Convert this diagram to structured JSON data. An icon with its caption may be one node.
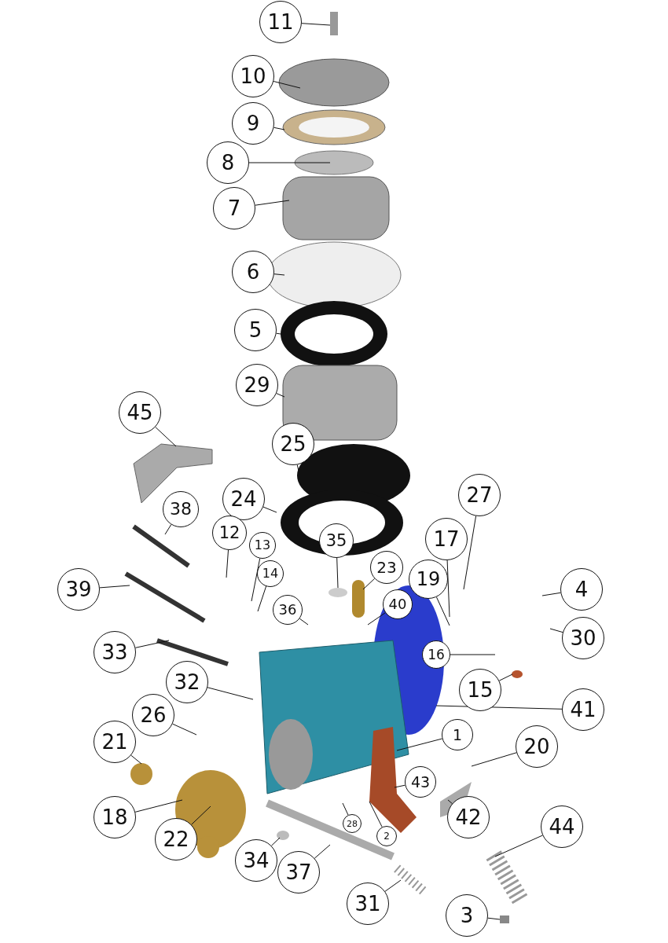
{
  "diagram": {
    "nodes": [
      {
        "text": [
          "11"
        ]
      },
      {
        "text": [
          "10"
        ]
      },
      {
        "text": [
          "9"
        ]
      },
      {
        "text": [
          "8"
        ]
      },
      {
        "text": [
          "7"
        ]
      },
      {
        "text": [
          "6"
        ]
      },
      {
        "text": [
          "5"
        ]
      },
      {
        "text": [
          "29"
        ]
      },
      {
        "text": [
          "45"
        ]
      },
      {
        "text": [
          "25"
        ]
      },
      {
        "text": [
          "24"
        ]
      },
      {
        "text": [
          "27"
        ]
      },
      {
        "text": [
          "38"
        ]
      },
      {
        "text": [
          "17"
        ]
      },
      {
        "text": [
          "12"
        ]
      },
      {
        "text": [
          "13"
        ]
      },
      {
        "text": [
          "35"
        ]
      },
      {
        "text": [
          "14"
        ]
      },
      {
        "text": [
          "19"
        ]
      },
      {
        "text": [
          "23"
        ]
      },
      {
        "text": [
          "39"
        ]
      },
      {
        "text": [
          "4"
        ]
      },
      {
        "text": [
          "36"
        ]
      },
      {
        "text": [
          "40"
        ]
      },
      {
        "text": [
          "30"
        ]
      },
      {
        "text": [
          "16"
        ]
      },
      {
        "text": [
          "33"
        ]
      },
      {
        "text": [
          "15"
        ]
      },
      {
        "text": [
          "32"
        ]
      },
      {
        "text": [
          "26"
        ]
      },
      {
        "text": [
          "41"
        ]
      },
      {
        "text": [
          "1"
        ]
      },
      {
        "text": [
          "21"
        ]
      },
      {
        "text": [
          "20"
        ]
      },
      {
        "text": [
          "43"
        ]
      },
      {
        "text": [
          "18"
        ]
      },
      {
        "text": [
          "42"
        ]
      },
      {
        "text": [
          "44"
        ]
      },
      {
        "text": [
          "28"
        ]
      },
      {
        "text": [
          "2"
        ]
      },
      {
        "text": [
          "22"
        ]
      },
      {
        "text": [
          "34"
        ]
      },
      {
        "text": [
          "37"
        ]
      },
      {
        "text": [
          "31"
        ]
      },
      {
        "text": [
          "3"
        ]
      }
    ],
    "edges": [
      {
        "from": 0,
        "to": null,
        "arrow": "none"
      },
      {
        "from": 1,
        "to": null,
        "arrow": "none"
      },
      {
        "from": 2,
        "to": null,
        "arrow": "none"
      },
      {
        "from": 3,
        "to": null,
        "arrow": "none"
      },
      {
        "from": 4,
        "to": null,
        "arrow": "none"
      },
      {
        "from": 5,
        "to": null,
        "arrow": "none"
      },
      {
        "from": 6,
        "to": null,
        "arrow": "none"
      },
      {
        "from": 7,
        "to": null,
        "arrow": "none"
      },
      {
        "from": 8,
        "to": null,
        "arrow": "none"
      },
      {
        "from": 9,
        "to": null,
        "arrow": "none"
      },
      {
        "from": 10,
        "to": null,
        "arrow": "none"
      },
      {
        "from": 11,
        "to": null,
        "arrow": "none"
      },
      {
        "from": 12,
        "to": null,
        "arrow": "none"
      },
      {
        "from": 13,
        "to": null,
        "arrow": "none"
      },
      {
        "from": 14,
        "to": null,
        "arrow": "none"
      },
      {
        "from": 15,
        "to": null,
        "arrow": "none"
      },
      {
        "from": 16,
        "to": null,
        "arrow": "none"
      },
      {
        "from": 17,
        "to": null,
        "arrow": "none"
      },
      {
        "from": 18,
        "to": null,
        "arrow": "none"
      },
      {
        "from": 19,
        "to": null,
        "arrow": "none"
      },
      {
        "from": 20,
        "to": null,
        "arrow": "none"
      },
      {
        "from": 21,
        "to": null,
        "arrow": "none"
      },
      {
        "from": 22,
        "to": null,
        "arrow": "none"
      },
      {
        "from": 23,
        "to": null,
        "arrow": "none"
      },
      {
        "from": 24,
        "to": null,
        "arrow": "none"
      },
      {
        "from": 25,
        "to": null,
        "arrow": "none"
      },
      {
        "from": 26,
        "to": null,
        "arrow": "none"
      },
      {
        "from": 27,
        "to": null,
        "arrow": "none"
      },
      {
        "from": 28,
        "to": null,
        "arrow": "none"
      },
      {
        "from": 29,
        "to": null,
        "arrow": "none"
      },
      {
        "from": 30,
        "to": null,
        "arrow": "none"
      },
      {
        "from": 31,
        "to": null,
        "arrow": "none"
      },
      {
        "from": 32,
        "to": null,
        "arrow": "none"
      },
      {
        "from": 33,
        "to": null,
        "arrow": "none"
      },
      {
        "from": 34,
        "to": null,
        "arrow": "none"
      },
      {
        "from": 35,
        "to": null,
        "arrow": "none"
      },
      {
        "from": 36,
        "to": null,
        "arrow": "none"
      },
      {
        "from": 37,
        "to": null,
        "arrow": "none"
      },
      {
        "from": 38,
        "to": null,
        "arrow": "none"
      },
      {
        "from": 39,
        "to": null,
        "arrow": "none"
      },
      {
        "from": 40,
        "to": null,
        "arrow": "none"
      },
      {
        "from": 41,
        "to": null,
        "arrow": "none"
      },
      {
        "from": 42,
        "to": null,
        "arrow": "none"
      },
      {
        "from": 43,
        "to": null,
        "arrow": "none"
      },
      {
        "from": 44,
        "to": null,
        "arrow": "none"
      }
    ]
  }
}
